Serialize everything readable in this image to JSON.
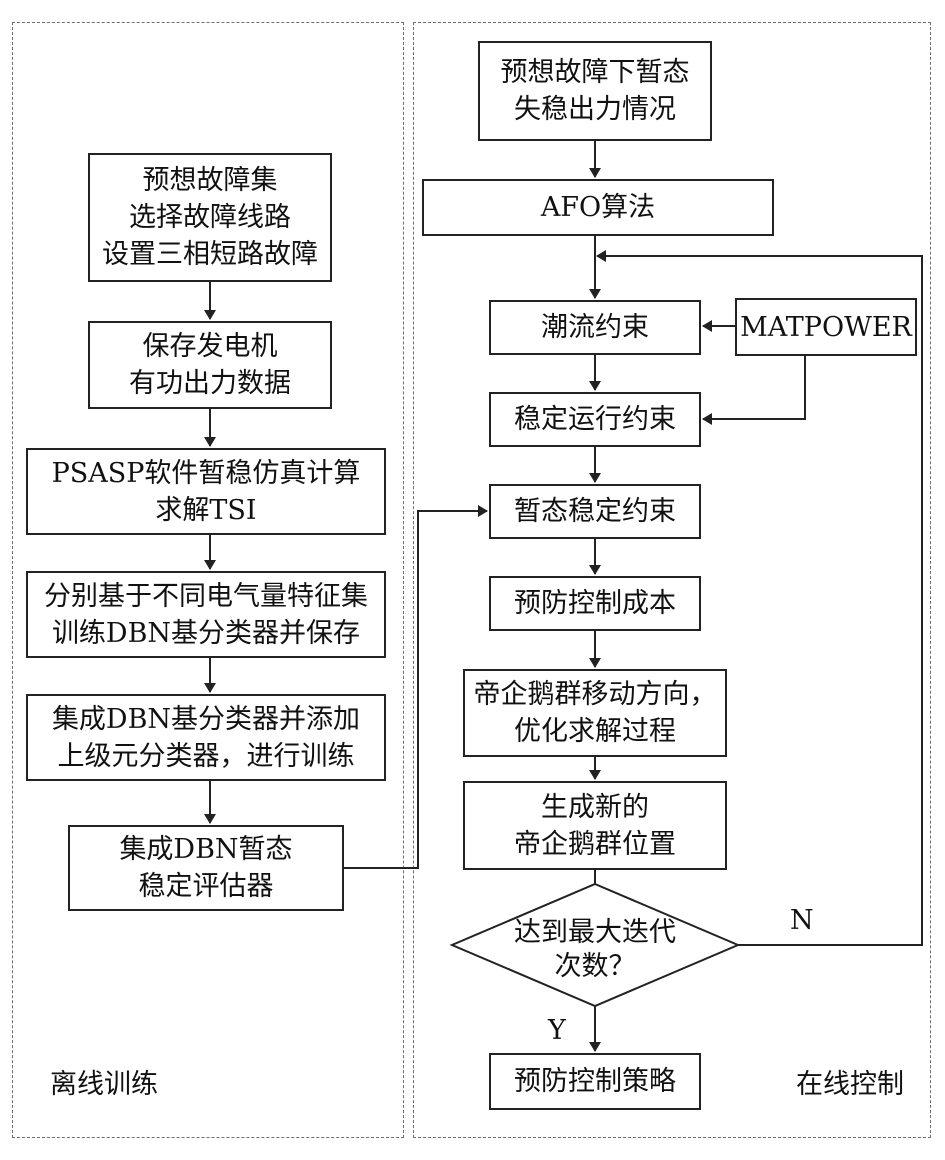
{
  "offline": {
    "label": "离线训练",
    "steps": [
      "预想故障集\n选择故障线路\n设置三相短路故障",
      "保存发电机\n有功出力数据",
      "PSASP软件暂稳仿真计算\n求解TSI",
      "分别基于不同电气量特征集\n训练DBN基分类器并保存",
      "集成DBN基分类器并添加\n上级元分类器，进行训练",
      "集成DBN暂态\n稳定评估器"
    ]
  },
  "online": {
    "label": "在线控制",
    "steps": [
      "预想故障下暂态\n失稳出力情况",
      "AFO算法",
      "潮流约束",
      "稳定运行约束",
      "暂态稳定约束",
      "预防控制成本",
      "帝企鹅群移动方向，\n优化求解过程",
      "生成新的\n帝企鹅群位置",
      "达到最大迭代\n次数？",
      "预防控制策略"
    ],
    "matpower": "MATPOWER",
    "yes_label": "Y",
    "no_label": "N"
  }
}
